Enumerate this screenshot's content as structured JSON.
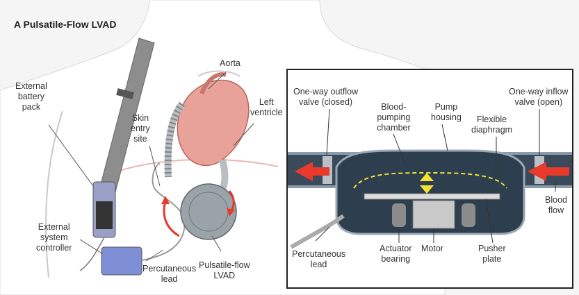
{
  "title": "A Pulsatile-Flow LVAD",
  "labels": {
    "aorta": "Aorta",
    "left_ventricle": "Left\nventricle",
    "skin_entry_site": "Skin\nentry\nsite",
    "external_battery_pack": "External\nbattery\npack",
    "external_system_controller": "External\nsystem\ncontroller",
    "percutaneous_lead_main": "Percutaneous\nlead",
    "pulsatile_flow_lvad": "Pulsatile-flow\nLVAD",
    "one_way_outflow_valve": "One-way outflow\nvalve (closed)",
    "blood_pumping_chamber": "Blood-\npumping\nchamber",
    "pump_housing": "Pump\nhousing",
    "flexible_diaphragm": "Flexible\ndiaphragm",
    "one_way_inflow_valve": "One-way inflow\nvalve (open)",
    "blood_flow": "Blood\nflow",
    "percutaneous_lead_inset": "Percutaneous\nlead",
    "actuator_bearing": "Actuator\nbearing",
    "motor": "Motor",
    "pusher_plate": "Pusher\nplate"
  },
  "colors": {
    "flow_arrow": "#e8392b",
    "heart": "#e8a29a",
    "pump": "#9aa3a8",
    "controller": "#7f8fd6",
    "diaphragm": "#f2e233"
  }
}
